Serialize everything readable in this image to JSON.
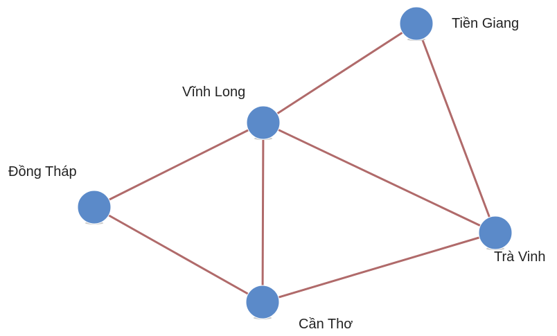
{
  "graph": {
    "nodes": [
      {
        "id": "tien-giang",
        "label": "Tiền Giang"
      },
      {
        "id": "vinh-long",
        "label": "Vĩnh Long"
      },
      {
        "id": "dong-thap",
        "label": "Đồng Tháp"
      },
      {
        "id": "tra-vinh",
        "label": "Trà Vinh"
      },
      {
        "id": "can-tho",
        "label": "Cần Thơ"
      }
    ],
    "edges": [
      {
        "from": "vinh-long",
        "to": "tien-giang"
      },
      {
        "from": "tien-giang",
        "to": "tra-vinh"
      },
      {
        "from": "dong-thap",
        "to": "vinh-long"
      },
      {
        "from": "vinh-long",
        "to": "tra-vinh"
      },
      {
        "from": "vinh-long",
        "to": "can-tho"
      },
      {
        "from": "dong-thap",
        "to": "can-tho"
      },
      {
        "from": "can-tho",
        "to": "tra-vinh"
      }
    ],
    "node_color": "#5b8ac9",
    "edge_color": "#b06a6a"
  }
}
